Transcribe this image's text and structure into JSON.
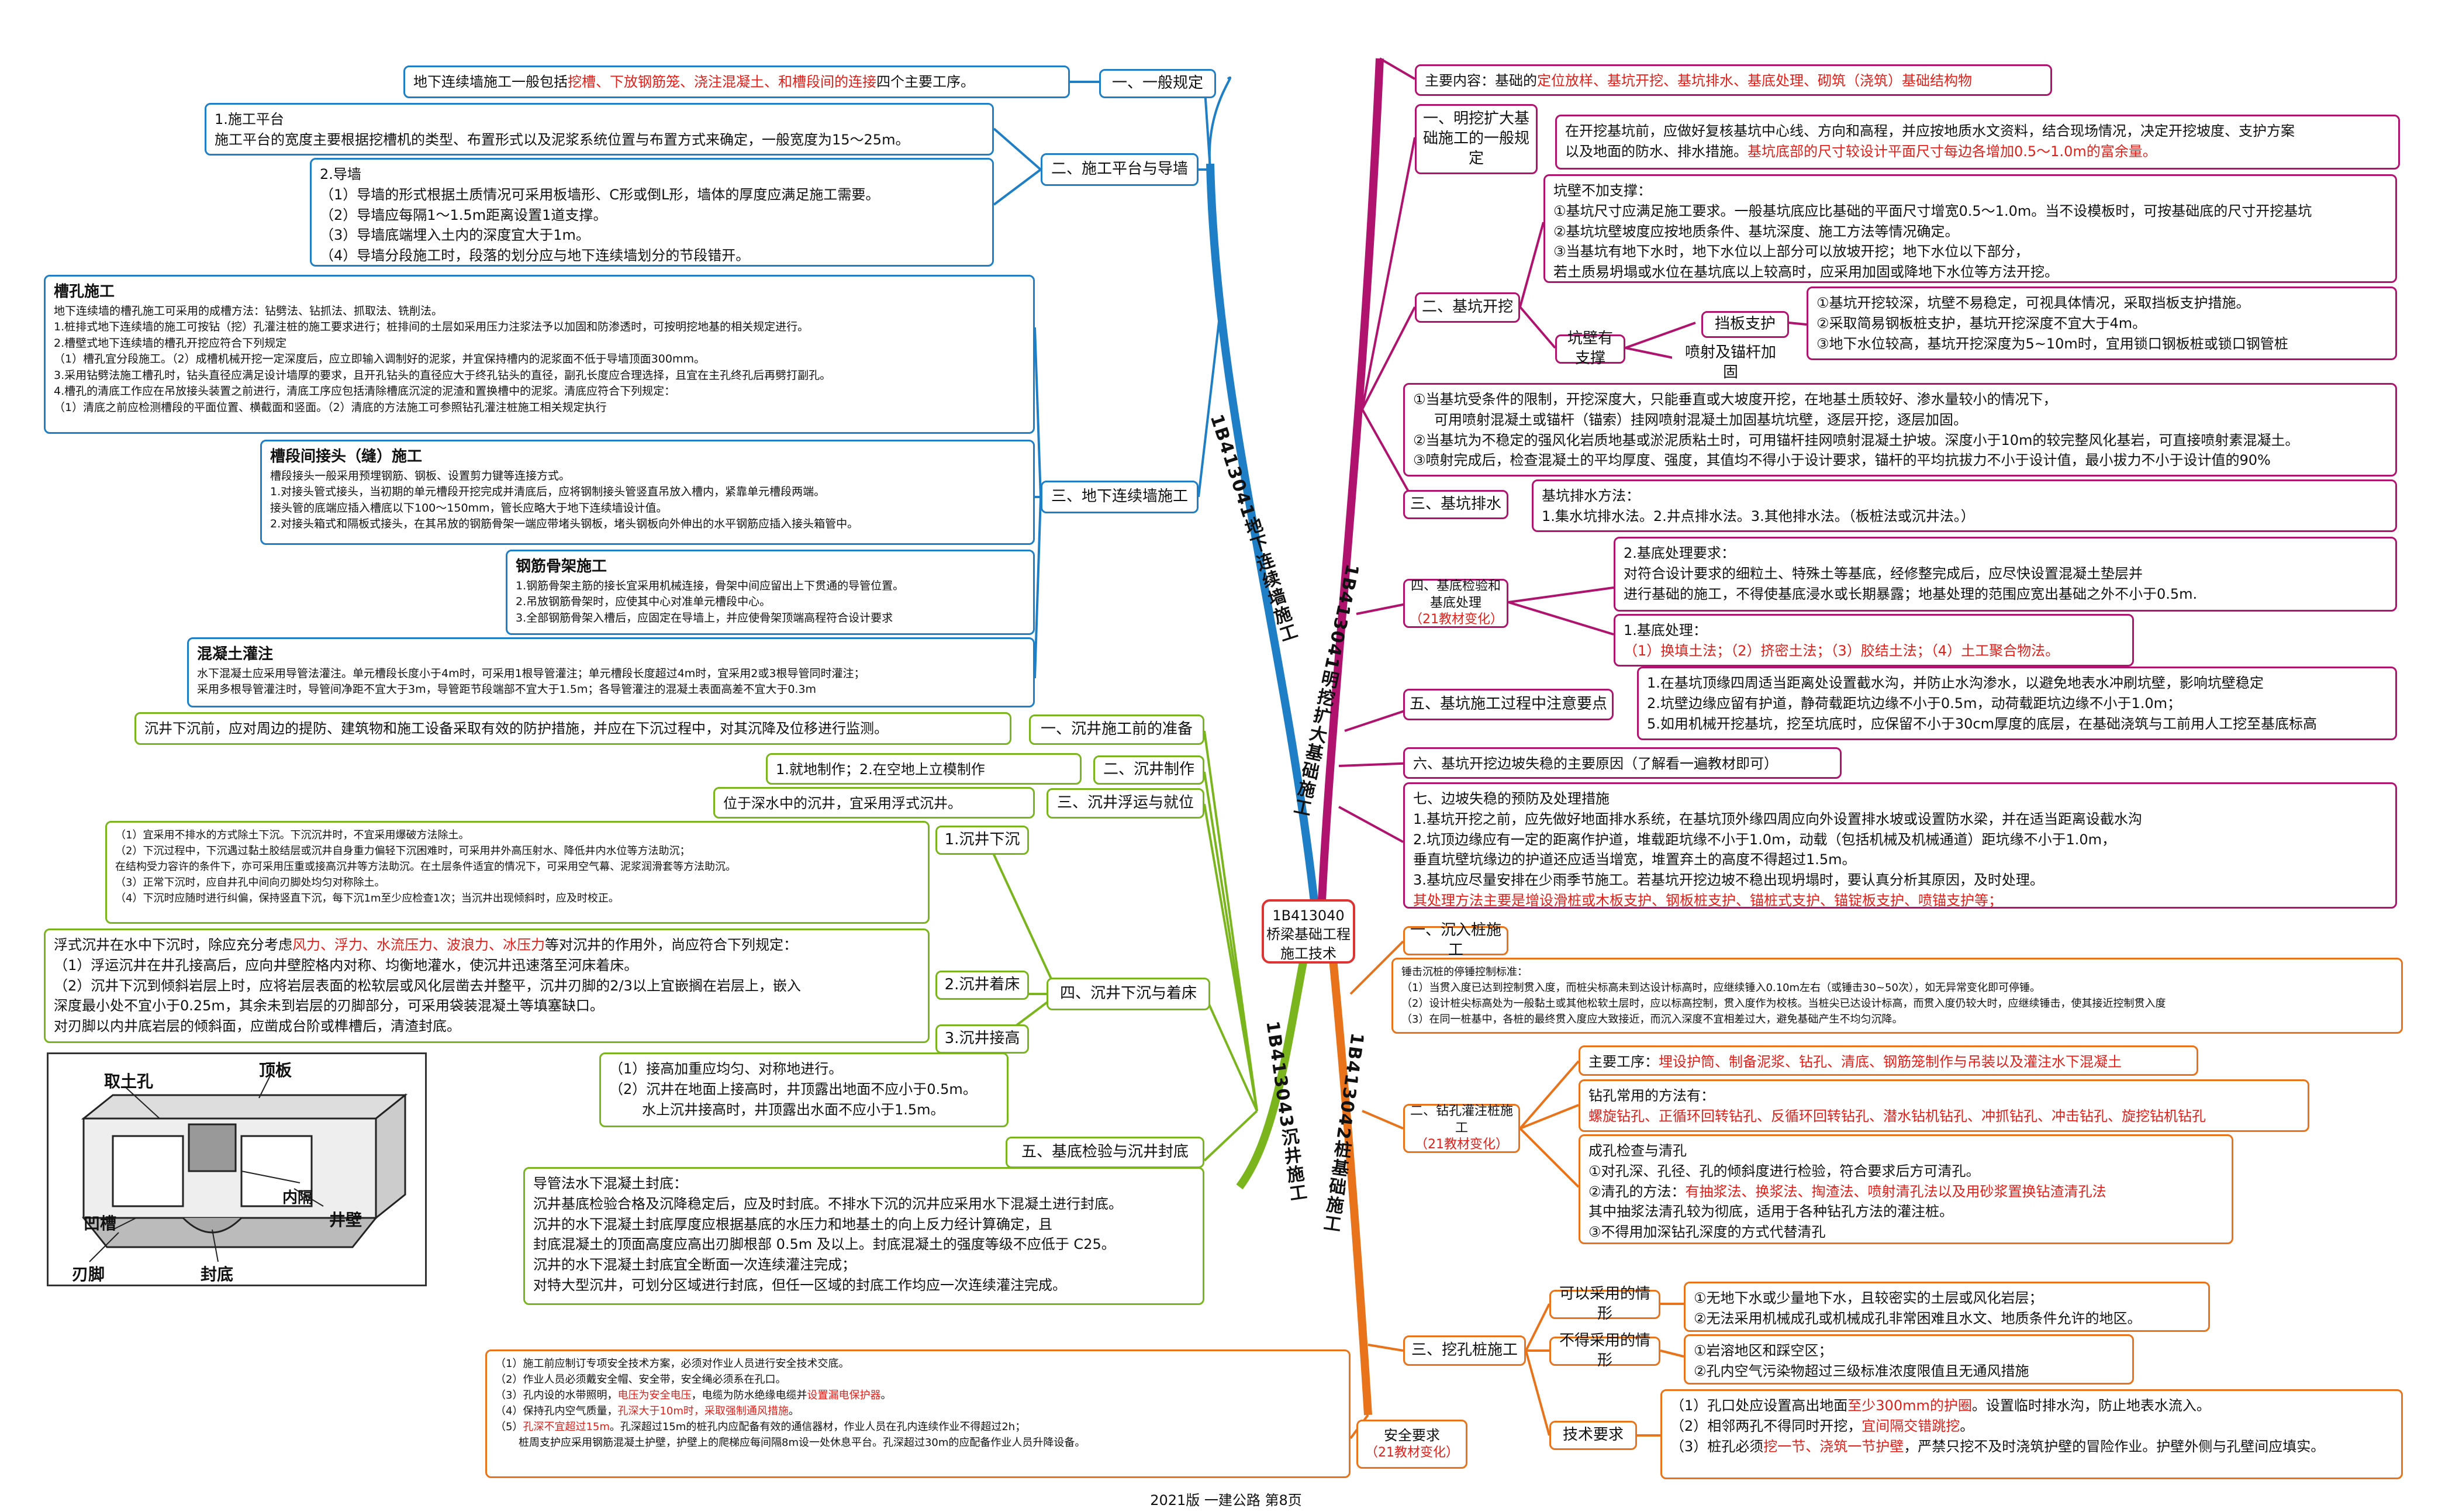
{
  "center": {
    "code": "1B413040",
    "title1": "桥梁基础工程",
    "title2": "施工技术"
  },
  "branches": {
    "b1": "1B413041地下连续墙施工",
    "b2": "1B413041明挖扩大基础施工",
    "b3": "1B413043沉井施工",
    "b4": "1B413042桩基础施工"
  },
  "lw": {
    "s1": "一、一般规定",
    "s1_text_a": "地下连续墙施工一般包括",
    "s1_text_red": "挖槽、下放钢筋笼、浇注混凝土、和槽段间的连接",
    "s1_text_b": "四个主要工序。",
    "s2": "二、施工平台与导墙",
    "s2_box1": [
      "1.施工平台",
      "施工平台的宽度主要根据挖槽机的类型、布置形式以及泥浆系统位置与布置方式来确定，一般宽度为15～25m。"
    ],
    "s2_box2": [
      "2.导墙",
      "（1）导墙的形式根据土质情况可采用板墙形、C形或倒L形，墙体的厚度应满足施工需要。",
      "（2）导墙应每隔1～1.5m距离设置1道支撑。",
      "（3）导墙底端埋入土内的深度宜大于1m。",
      "（4）导墙分段施工时，段落的划分应与地下连续墙划分的节段错开。"
    ],
    "s3": "三、地下连续墙施工",
    "s3_box1": [
      "槽孔施工",
      "地下连续墙的槽孔施工可采用的成槽方法：钻劈法、钻抓法、抓取法、铣削法。",
      "1.桩排式地下连续墙的施工可按钻（挖）孔灌注桩的施工要求进行；桩排间的土层如采用压力注浆法予以加固和防渗透时，可按明挖地基的相关规定进行。",
      "2.槽壁式地下连续墙的槽孔开挖应符合下列规定",
      "（1）槽孔宜分段施工。（2）成槽机械开挖一定深度后，应立即输入调制好的泥浆，并宜保持槽内的泥浆面不低于导墙顶面300mm。",
      "3.采用钻劈法施工槽孔时，钻头直径应满足设计墙厚的要求，且开孔钻头的直径应大于终孔钻头的直径，副孔长度应合理选择，且宜在主孔终孔后再劈打副孔。",
      "4.槽孔的清底工作应在吊放接头装置之前进行，清底工序应包括清除槽底沉淀的泥渣和置换槽中的泥浆。清底应符合下列规定：",
      "（1）清底之前应检测槽段的平面位置、横截面和竖面。（2）清底的方法施工可参照钻孔灌注桩施工相关规定执行"
    ],
    "s3_box2": [
      "槽段间接头（缝）施工",
      "槽段接头一般采用预埋钢筋、钢板、设置剪力键等连接方式。",
      "1.对接头管式接头，当初期的单元槽段开挖完成并清底后，应将钢制接头管竖直吊放入槽内，紧靠单元槽段两端。",
      "接头管的底端应插入槽底以下100～150mm，管长应略大于地下连续墙设计值。",
      "2.对接头箱式和隔板式接头，在其吊放的钢筋骨架一端应带堵头钢板，堵头钢板向外伸出的水平钢筋应插入接头箱管中。"
    ],
    "s3_box3": [
      "钢筋骨架施工",
      "1.钢筋骨架主筋的接长宜采用机械连接，骨架中间应留出上下贯通的导管位置。",
      "2.吊放钢筋骨架时，应使其中心对准单元槽段中心。",
      "3.全部钢筋骨架入槽后，应固定在导墙上，并应使骨架顶端高程符合设计要求"
    ],
    "s3_box4": [
      "混凝土灌注",
      "水下混凝土应采用导管法灌注。单元槽段长度小于4m时，可采用1根导管灌注；单元槽段长度超过4m时，宜采用2或3根导管同时灌注；",
      "采用多根导管灌注时，导管间净距不宜大于3m，导管距节段端部不宜大于1.5m；各导管灌注的混凝土表面高差不宜大于0.3m"
    ]
  },
  "cj": {
    "s1": "一、沉井施工前的准备",
    "s1_text": "沉井下沉前，应对周边的提防、建筑物和施工设备采取有效的防护措施，并应在下沉过程中，对其沉降及位移进行监测。",
    "s2": "二、沉井制作",
    "s2_text": "1.就地制作；2.在空地上立模制作",
    "s3": "三、沉井浮运与就位",
    "s3_text": "位于深水中的沉井，宜采用浮式沉井。",
    "s4": "四、沉井下沉与着床",
    "s4_1": "1.沉井下沉",
    "s4_1_box": [
      "（1）宜采用不排水的方式除土下沉。下沉沉井时，不宜采用爆破方法除土。",
      "（2）下沉过程中，下沉遇过黏土胶结层或沉井自身重力偏轻下沉困难时，可采用井外高压射水、降低井内水位等方法助沉；",
      "在结构受力容许的条件下，亦可采用压重或接高沉井等方法助沉。在土层条件适宜的情况下，可采用空气幕、泥浆润滑套等方法助沉。",
      "（3）正常下沉时，应自井孔中间向刃脚处均匀对称除土。",
      "（4）下沉时应随时进行纠偏，保持竖直下沉，每下沉1m至少应检查1次；当沉井出现倾斜时，应及时校正。"
    ],
    "s4_2": "2.沉井着床",
    "s4_2_a": "浮式沉井在水中下沉时，除应充分考虑",
    "s4_2_red": "风力、浮力、水流压力、波浪力、冰压力",
    "s4_2_b": "等对沉井的作用外，尚应符合下列规定：",
    "s4_2_lines": [
      "（1）浮运沉井在井孔接高后，应向井壁腔格内对称、均衡地灌水，使沉井迅速落至河床着床。",
      "（2）沉井下沉到倾斜岩层上时，应将岩层表面的松软层或风化层凿去并整平，沉井刃脚的2/3以上宜嵌搁在岩层上，嵌入",
      "深度最小处不宜小于0.25m，其余未到岩层的刃脚部分，可采用袋装混凝土等填塞缺口。",
      "对刃脚以内井底岩层的倾斜面，应凿成台阶或榫槽后，清渣封底。"
    ],
    "s4_3": "3.沉井接高",
    "s4_3_box": [
      "（1）接高加重应均匀、对称地进行。",
      "（2）沉井在地面上接高时，井顶露出地面不应小于0.5m。",
      "水上沉井接高时，井顶露出水面不应小于1.5m。"
    ],
    "s5": "五、基底检验与沉井封底",
    "s5_box": [
      "导管法水下混凝土封底：",
      "沉井基底检验合格及沉降稳定后，应及时封底。不排水下沉的沉井应采用水下混凝土进行封底。",
      "沉井的水下混凝土封底厚度应根据基底的水压力和地基土的向上反力经计算确定，且",
      "封底混凝土的顶面高度应高出刃脚根部 0.5m 及以上。封底混凝土的强度等级不应低于 C25。",
      "沉井的水下混凝土封底宜全断面一次连续灌注完成；",
      "对特大型沉井，可划分区域进行封底，但任一区域的封底工作均应一次连续灌注完成。"
    ],
    "fig": {
      "l1": "顶板",
      "l2": "取土孔",
      "l3": "内隔",
      "l4": "井壁",
      "l5": "凹槽",
      "l6": "刃脚",
      "l7": "封底"
    }
  },
  "mw": {
    "main_a": "主要内容：基础的",
    "main_red": "定位放样、基坑开挖、基坑排水、基底处理、砌筑（浇筑）基础结构物",
    "s1": "一、明挖扩大基础施工的一般规定",
    "s1_a": "在开挖基坑前，应做好复核基坑中心线、方向和高程，并应按地质水文资料，结合现场情况，决定开挖坡度、支护方案",
    "s1_b": "以及地面的防水、排水措施。",
    "s1_red": "基坑底部的尺寸较设计平面尺寸每边各增加0.5～1.0m的富余量。",
    "s2": "二、基坑开挖",
    "s2_nosup": [
      "坑壁不加支撑：",
      "①基坑尺寸应满足施工要求。一般基坑底应比基础的平面尺寸增宽0.5～1.0m。当不设模板时，可按基础底的尺寸开挖基坑",
      "②基坑坑壁坡度应按地质条件、基坑深度、施工方法等情况确定。",
      "③当基坑有地下水时，地下水位以上部分可以放坡开挖；地下水位以下部分，",
      "若土质易坍塌或水位在基坑底以上较高时，应采用加固或降地下水位等方法开挖。"
    ],
    "s2_sup": "坑壁有支撑",
    "s2_sup1": "挡板支护",
    "s2_sup2": "喷射及锚杆加固",
    "s2_sup1_box": [
      "①基坑开挖较深，坑壁不易稳定，可视具体情况，采取挡板支护措施。",
      "②采取简易钢板桩支护，基坑开挖深度不宜大于4m。",
      "③地下水位较高，基坑开挖深度为5~10m时，宜用锁口钢板桩或锁口钢管桩"
    ],
    "s2_sup2_box": [
      "①当基坑受条件的限制，开挖深度大，只能垂直或大坡度开挖，在地基土质较好、渗水量较小的情况下，",
      "可用喷射混凝土或锚杆（锚索）挂网喷射混凝土加固基坑坑壁，逐层开挖，逐层加固。",
      "②当基坑为不稳定的强风化岩质地基或淤泥质粘土时，可用锚杆挂网喷射混凝土护坡。深度小于10m的较完整风化基岩，可直接喷射素混凝土。",
      "③喷射完成后，检查混凝土的平均厚度、强度，其值均不得小于设计要求，锚杆的平均抗拔力不小于设计值，最小拔力不小于设计值的90%"
    ],
    "s3": "三、基坑排水",
    "s3_box": [
      "基坑排水方法：",
      "1.集水坑排水法。2.井点排水法。3.其他排水法。（板桩法或沉井法。）"
    ],
    "s4": "四、基底检验和基底处理",
    "s4_red": "（21教材变化）",
    "s4_box2": [
      "2.基底处理要求：",
      "对符合设计要求的细粒土、特殊土等基底，经修整完成后，应尽快设置混凝土垫层并",
      "进行基础的施工，不得使基底浸水或长期暴露；地基处理的范围应宽出基础之外不小于0.5m."
    ],
    "s4_box1_a": "1.基底处理：",
    "s4_box1_red": "（1）换填土法；（2）挤密土法；（3）胶结土法；（4）土工聚合物法。",
    "s5": "五、基坑施工过程中注意要点",
    "s5_box": [
      "1.在基坑顶缘四周适当距离处设置截水沟，并防止水沟渗水，以避免地表水冲刷坑壁，影响坑壁稳定",
      "2.坑壁边缘应留有护道，静荷载距坑边缘不小于0.5m，动荷载距坑边缘不小于1.0m；",
      "5.如用机械开挖基坑，挖至坑底时，应保留不小于30cm厚度的底层，在基础浇筑与工前用人工挖至基底标高"
    ],
    "s6": "六、基坑开挖边坡失稳的主要原因（了解看一遍教材即可）",
    "s7_box": [
      "七、边坡失稳的预防及处理措施",
      "1.基坑开挖之前，应先做好地面排水系统，在基坑顶外缘四周应向外设置排水坡或设置防水梁，并在适当距离设截水沟",
      "2.坑顶边缘应有一定的距离作护道，堆载距坑缘不小于1.0m，动载（包括机械及机械通道）距坑缘不小于1.0m，",
      "垂直坑壁坑缘边的护道还应适当增宽，堆置弃土的高度不得超过1.5m。",
      "3.基坑应尽量安排在少雨季节施工。若基坑开挖边坡不稳出现坍塌时，要认真分析其原因，及时处理。"
    ],
    "s7_red": "其处理方法主要是增设滑桩或木板支护、钢板桩支护、锚桩式支护、锚锭板支护、喷锚支护等；"
  },
  "zj": {
    "s1": "一、沉入桩施工",
    "s1_box": [
      "锤击沉桩的停锤控制标准：",
      "（1）当贯入度已达到控制贯入度，而桩尖标高未到达设计标高时，应继续锤入0.10m左右（或锤击30~50次），如无异常变化即可停锤。",
      "（2）设计桩尖标高处为一般黏土或其他松软土层时，应以标高控制，贯入度作为校核。当桩尖已达设计标高，而贯入度仍较大时，应继续锤击，使其接近控制贯入度",
      "（3）在同一桩基中，各桩的最终贯入度应大致接近，而沉入深度不宜相差过大，避免基础产生不均匀沉降。"
    ],
    "s2": "二、钻孔灌注桩施工",
    "s2_red": "（21教材变化）",
    "s2_main_a": "主要工序：",
    "s2_main_red": "埋设护筒、制备泥浆、钻孔、清底、钢筋笼制作与吊装以及灌注水下混凝土",
    "s2_methods_a": "钻孔常用的方法有：",
    "s2_methods_red": "螺旋钻孔、正循环回转钻孔、反循环回转钻孔、潜水钻机钻孔、冲抓钻孔、冲击钻孔、旋挖钻机钻孔",
    "s2_clean_1": "成孔检查与清孔",
    "s2_clean_2": "①对孔深、孔径、孔的倾斜度进行检验，符合要求后方可清孔。",
    "s2_clean_3a": "②清孔的方法：",
    "s2_clean_3red": "有抽浆法、换浆法、掏渣法、喷射清孔法以及用砂浆置换钻渣清孔法",
    "s2_clean_4": "其中抽浆法清孔较为彻底，适用于各种钻孔方法的灌注桩。",
    "s2_clean_5": "③不得用加深钻孔深度的方式代替清孔",
    "s3": "三、挖孔桩施工",
    "s3_can": "可以采用的情形",
    "s3_can_box": [
      "①无地下水或少量地下水，且较密实的土层或风化岩层；",
      "②无法采用机械成孔或机械成孔非常困难且水文、地质条件允许的地区。"
    ],
    "s3_cannot": "不得采用的情形",
    "s3_cannot_box": [
      "①岩溶地区和踩空区；",
      "②孔内空气污染物超过三级标准浓度限值且无通风措施"
    ],
    "s3_tech": "技术要求",
    "s3_tech_1a": "（1）孔口处应设置高出地面",
    "s3_tech_1red": "至少300mm的护圈",
    "s3_tech_1b": "。设置临时排水沟，防止地表水流入。",
    "s3_tech_2a": "（2）相邻两孔不得同时开挖，",
    "s3_tech_2red": "宜间隔交错跳挖",
    "s3_tech_2b": "。",
    "s3_tech_3a": "（3）桩孔必须",
    "s3_tech_3red": "挖一节、浇筑一节护壁",
    "s3_tech_3b": "，严禁只挖不及时浇筑护壁的冒险作业。护壁外侧与孔壁间应填实。",
    "safety": "安全要求",
    "safety_red": "（21教材变化）",
    "safety_lines": [
      {
        "t": "（1）施工前应制订专项安全技术方案，必须对作业人员进行安全技术交底。"
      },
      {
        "t": "（2）作业人员必须戴安全帽、安全带，安全绳必须系在孔口。"
      },
      {
        "a": "（3）孔内设的水带照明，",
        "r": "电压为安全电压",
        "b": "，电缆为防水绝缘电缆并",
        "r2": "设置漏电保护器",
        "c": "。"
      },
      {
        "a": "（4）保持孔内空气质量，",
        "r": "孔深大于10m时，采取强制通风措施",
        "b": "。"
      },
      {
        "a": "（5）",
        "r": "孔深不宜超过15m",
        "b": "。孔深超过15m的桩孔内应配备有效的通信器材，作业人员在孔内连续作业不得超过2h；"
      },
      {
        "t": "桩周支护应采用钢筋混凝土护壁，护壁上的爬梯应每间隔8m设一处休息平台。孔深超过30m的应配备作业人员升降设备。"
      }
    ]
  },
  "footer": "2021版  一建公路  第8页",
  "colors": {
    "blue": "#1e7fc6",
    "green": "#7ab51d",
    "magenta": "#b0136e",
    "orange": "#e8731a",
    "red": "#e0201a",
    "centerBorder": "#dd3333"
  }
}
